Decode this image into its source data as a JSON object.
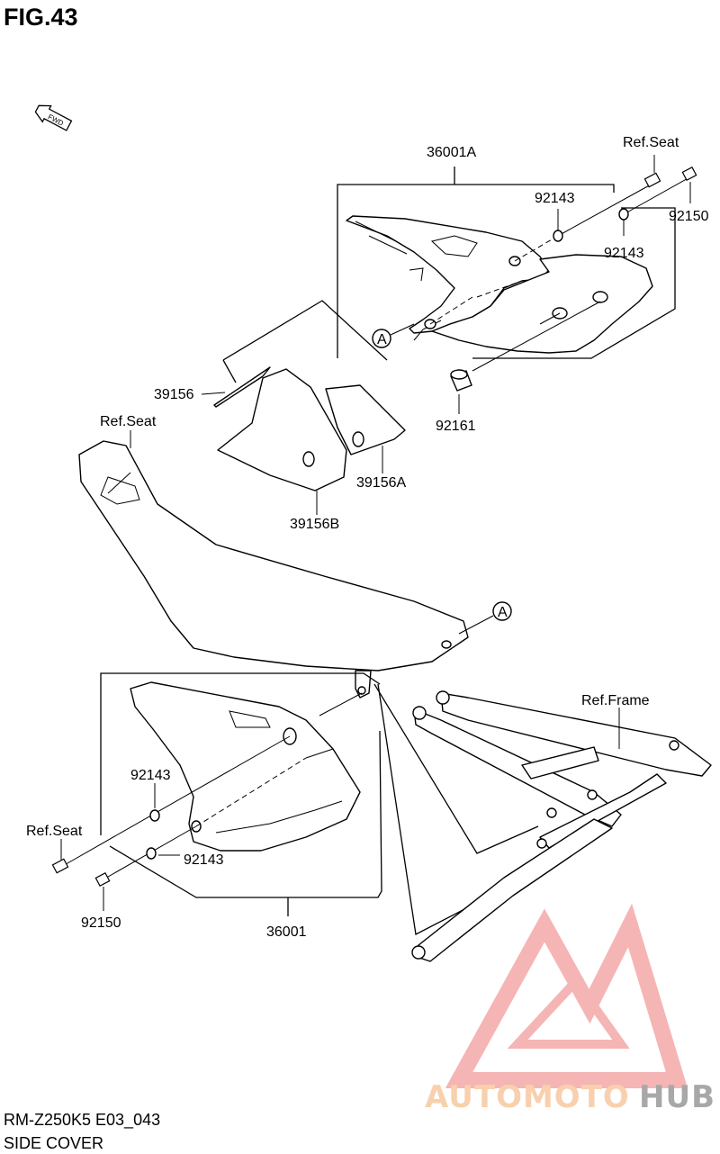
{
  "figure": {
    "title": "FIG.43",
    "fwd_label": "FWD",
    "model_code": "RM-Z250K5 E03_043",
    "section_name": "SIDE COVER"
  },
  "labels": {
    "p36001A": "36001A",
    "refSeatTop": "Ref.Seat",
    "p92143_a": "92143",
    "p92150_top": "92150",
    "p92143_b": "92143",
    "p39156": "39156",
    "refSeatSeat": "Ref.Seat",
    "p92161": "92161",
    "p39156A": "39156A",
    "p39156B": "39156B",
    "refA_top": "A",
    "refA_seat": "A",
    "refFrame": "Ref.Frame",
    "p92143_c": "92143",
    "refSeatLeft": "Ref.Seat",
    "p92143_d": "92143",
    "p92150_bottom": "92150",
    "p36001": "36001"
  },
  "watermark": {
    "part1": "AUTOMOTO",
    "part2": "HUB",
    "color_primary": "#f4a9a8",
    "color_accent": "#f7c8a0"
  }
}
